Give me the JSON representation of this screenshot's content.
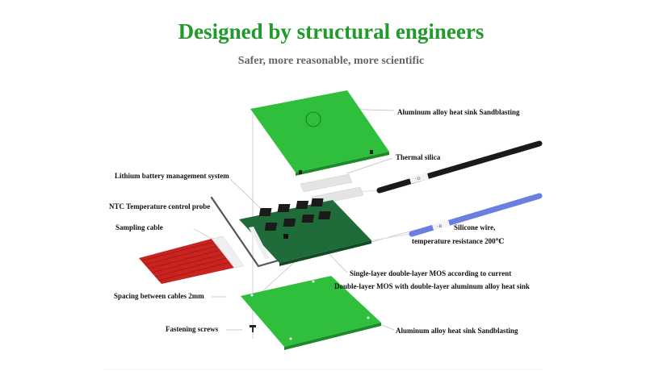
{
  "header": {
    "title": "Designed by structural engineers",
    "subtitle": "Safer, more reasonable, more scientific"
  },
  "labels": {
    "top_heat_sink": "Aluminum alloy heat sink Sandblasting",
    "thermal_silica": "Thermal silica",
    "bms": "Lithium battery management system",
    "ntc_probe": "NTC Temperature control probe",
    "sampling_cable": "Sampling cable",
    "silicone_wire_1": "Silicone wire,",
    "silicone_wire_2": "temperature resistance 200℃",
    "mos_1": "Single-layer double-layer MOS according to current",
    "mos_2": "Double-layer MOS with double-layer aluminum alloy heat sink",
    "spacing": "Spacing between cables 2mm",
    "screws": "Fastening screws",
    "bottom_heat_sink": "Aluminum alloy heat sink Sandblasting"
  },
  "cable_tags": {
    "black": "- D",
    "blue": "- B"
  },
  "colors": {
    "title": "#1f9a2b",
    "plate": "#2fbf3c",
    "board": "#1f6b3a",
    "blue_wire": "#6a7fe0"
  }
}
